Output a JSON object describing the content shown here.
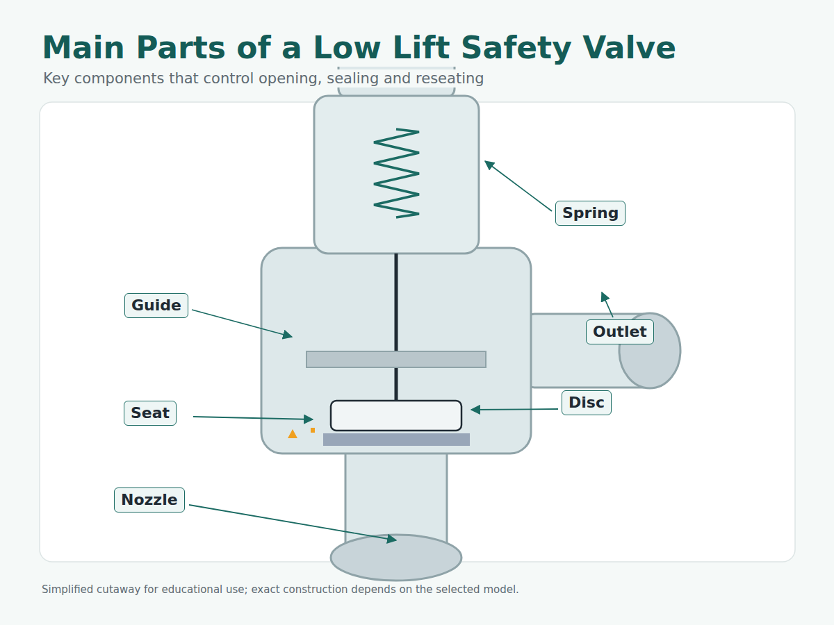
{
  "diagram": {
    "title": "Main Parts of a Low Lift Safety Valve",
    "caption": "Simplified cutaway for educational use; exact construction depends on the selected model.",
    "nodes": [
      {
        "text": [
          "Spring"
        ]
      },
      {
        "text": [
          "Guide"
        ]
      },
      {
        "text": [
          "Outlet"
        ]
      },
      {
        "text": [
          "Disc"
        ]
      },
      {
        "text": [
          "Seat"
        ]
      },
      {
        "text": [
          "Nozzle"
        ]
      }
    ],
    "labels": [
      "Key components that control opening, sealing and reseating"
    ]
  }
}
